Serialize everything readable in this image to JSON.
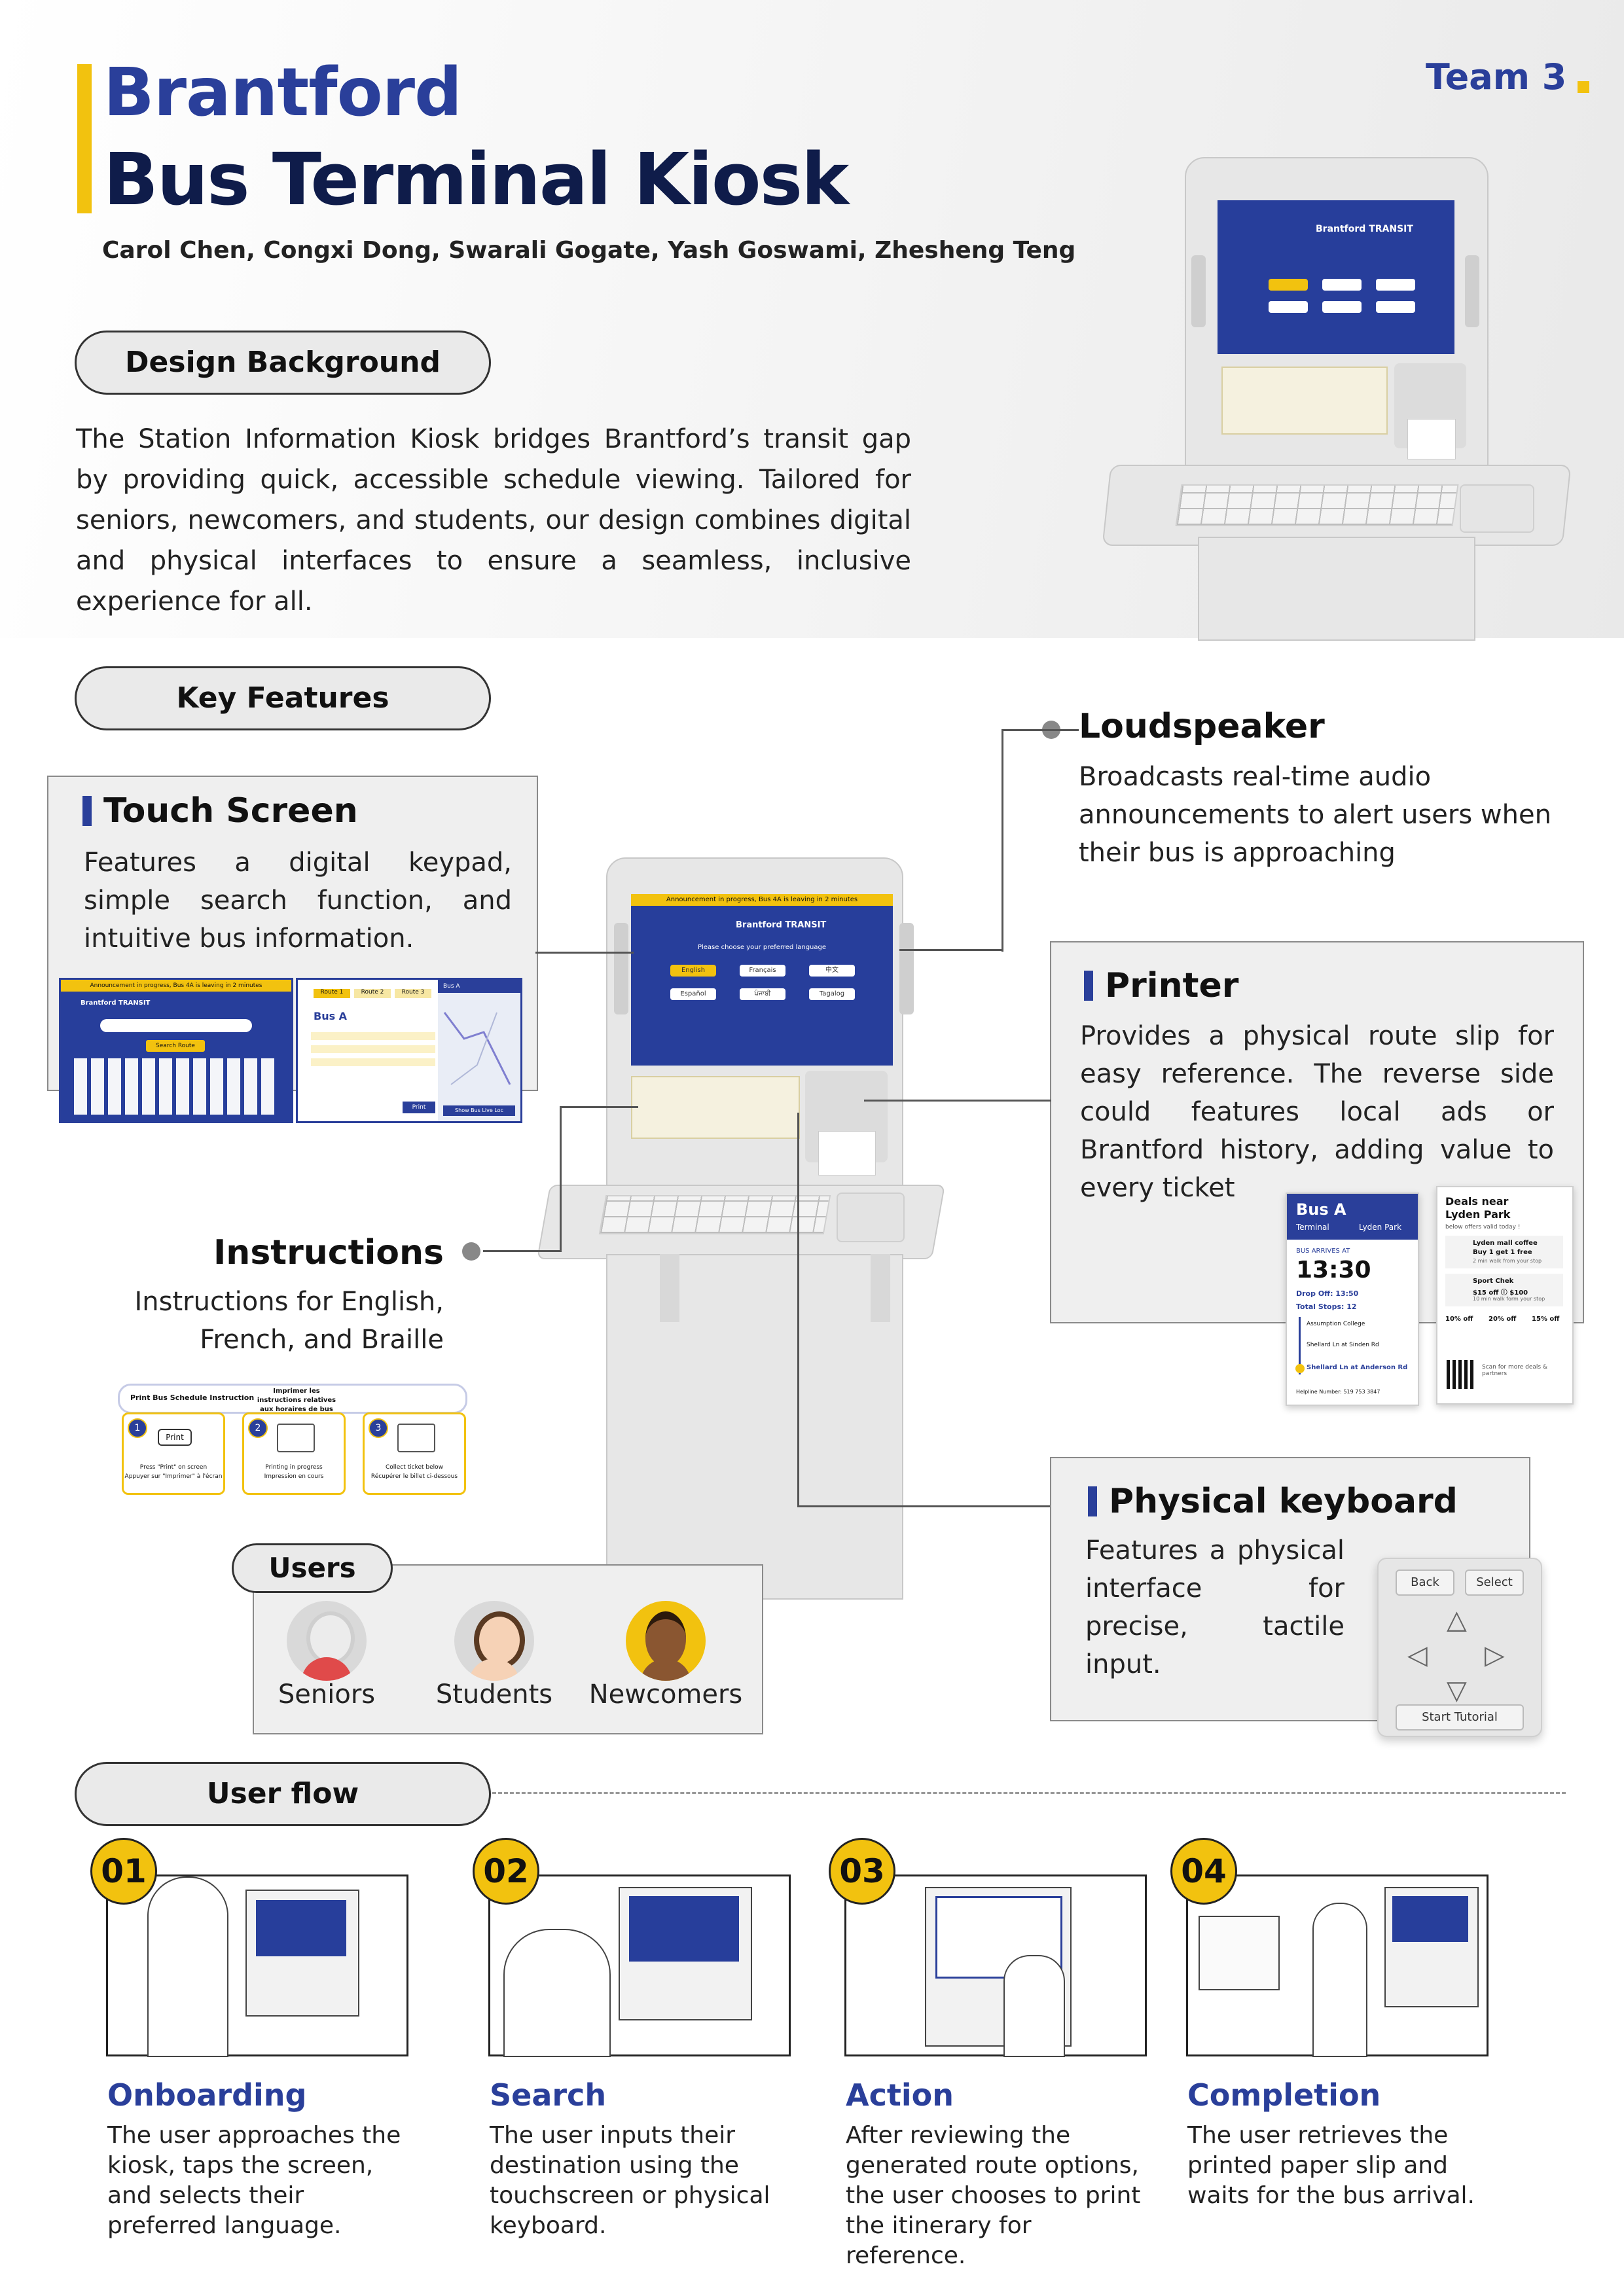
{
  "header": {
    "title_line1": "Brantford",
    "title_line2": "Bus Terminal Kiosk",
    "authors": "Carol Chen, Congxi Dong, Swarali Gogate, Yash Goswami, Zhesheng Teng",
    "team": "Team 3"
  },
  "design_background": {
    "heading": "Design Background",
    "text": "The Station Information Kiosk bridges Brantford’s transit gap by providing quick, accessible schedule viewing. Tailored for seniors, newcomers, and students, our design combines digital and physical interfaces to ensure a seamless, inclusive experience for all."
  },
  "key_features": {
    "heading": "Key Features",
    "touch_screen": {
      "title": "Touch Screen",
      "text": "Features a digital keypad, simple search function, and intuitive bus information."
    },
    "loudspeaker": {
      "title": "Loudspeaker",
      "text": "Broadcasts real-time audio announcements to alert users when their bus is approaching"
    },
    "printer": {
      "title": "Printer",
      "text": "Provides a physical route slip for easy reference. The reverse side could features local ads or Brantford history, adding value to every ticket"
    },
    "instructions": {
      "title": "Instructions",
      "text": "Instructions for English, French, and Braille"
    },
    "physical_keyboard": {
      "title": "Physical keyboard",
      "text": "Features a physical interface for precise, tactile input.",
      "keys": {
        "back": "Back",
        "select": "Select",
        "tutorial": "Start Tutorial"
      }
    }
  },
  "kiosk_screen": {
    "announcement": "Announcement in progress, Bus 4A is leaving in 2 minutes",
    "logo": "Brantford TRANSIT",
    "prompt": "Please choose your preferred language",
    "languages": [
      "English",
      "Français",
      "中文",
      "Español",
      "ਪੰਜਾਬੀ",
      "Tagalog"
    ]
  },
  "instruction_panel": {
    "header_en": "Print Bus Schedule Instruction",
    "header_fr": "Imprimer les instructions relatives aux horaires de bus",
    "print_label": "Print",
    "steps": [
      {
        "num": "1",
        "en": "Press \"Print\" on screen",
        "fr": "Appuyer sur \"Imprimer\" à l'écran"
      },
      {
        "num": "2",
        "en": "Printing in progress",
        "fr": "Impression en cours"
      },
      {
        "num": "3",
        "en": "Collect ticket below",
        "fr": "Récupérer le billet ci-dessous"
      }
    ]
  },
  "route_slip": {
    "bus": "Bus A",
    "from": "Terminal",
    "to": "Lyden Park",
    "arrives_label": "BUS ARRIVES AT",
    "time": "13:30",
    "drop_off": "Drop Off: 13:50",
    "total_stops": "Total Stops: 12",
    "stop1": "Assumption College",
    "stop2": "Shellard Ln at Sinden Rd",
    "stop3": "Shellard Ln at Anderson Rd",
    "helpline": "Helpline Number: 519 753 3847"
  },
  "deals_slip": {
    "title": "Deals near Lyden Park",
    "subtitle": "below offers valid today !",
    "deal1_name": "Lyden mall coffee",
    "deal1_offer": "Buy 1 get 1 free",
    "deal1_note": "2 min walk from your stop",
    "deal2_name": "Sport Chek",
    "deal2_offer": "$15 off ⓘ $100",
    "deal2_note": "10 min walk form your stop",
    "chips": [
      "10% off",
      "20% off",
      "15% off"
    ],
    "scan": "Scan for more deals & partners"
  },
  "touch_mock": {
    "search_button": "Search Route",
    "tabs": [
      "Route 1",
      "Route 2",
      "Route 3"
    ],
    "bus": "Bus A",
    "map_title": "Bus A",
    "print": "Print",
    "map_button": "Show Bus Live Loc"
  },
  "users": {
    "heading": "Users",
    "items": [
      {
        "label": "Seniors"
      },
      {
        "label": "Students"
      },
      {
        "label": "Newcomers"
      }
    ]
  },
  "user_flow": {
    "heading": "User flow",
    "steps": [
      {
        "num": "01",
        "title": "Onboarding",
        "text": "The user approaches the kiosk, taps the screen, and selects their preferred language."
      },
      {
        "num": "02",
        "title": "Search",
        "text": "The user inputs their destination using the touchscreen or physical keyboard."
      },
      {
        "num": "03",
        "title": "Action",
        "text": "After reviewing the generated route options, the user chooses to print the itinerary for reference."
      },
      {
        "num": "04",
        "title": "Completion",
        "text": "The user retrieves the printed paper slip and waits for the bus arrival."
      }
    ]
  },
  "colors": {
    "primary_blue": "#2a3f9a",
    "dark_navy": "#0f1c4a",
    "accent_yellow": "#f2c20f"
  }
}
